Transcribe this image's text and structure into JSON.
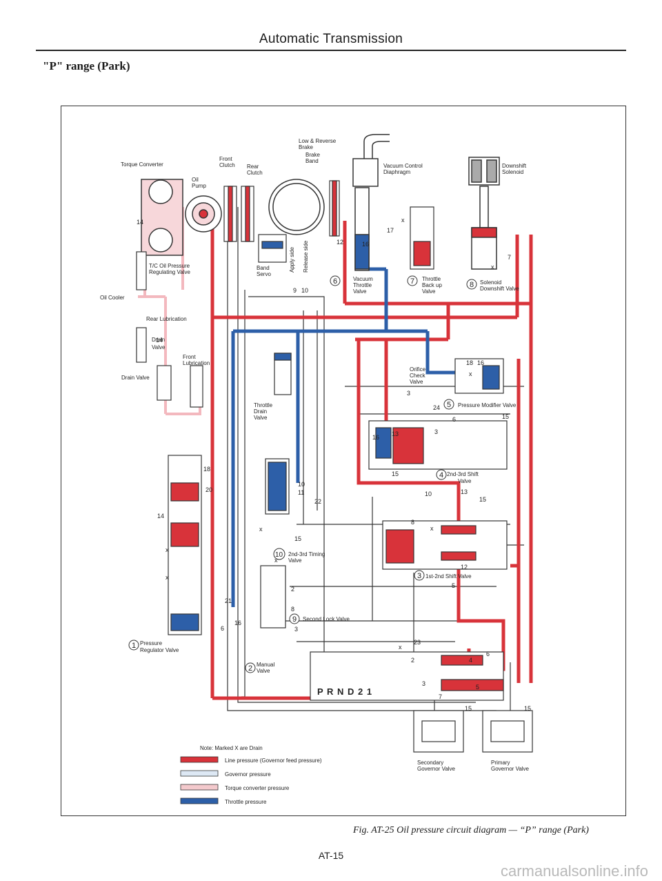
{
  "header": {
    "section_title": "Automatic Transmission",
    "range_title": "\"P\" range (Park)"
  },
  "colors": {
    "line_pressure": "#d8333a",
    "governor_pressure": "#dde8f4",
    "torque_converter_pressure": "#f3c9cc",
    "throttle_pressure": "#2d5fa8"
  },
  "labels": {
    "torque_converter": "Torque Converter",
    "oil_pump_1": "Oil",
    "oil_pump_2": "Pump",
    "front_clutch_1": "Front",
    "front_clutch_2": "Clutch",
    "rear_clutch_1": "Rear",
    "rear_clutch_2": "Clutch",
    "low_reverse_1": "Low & Reverse",
    "low_reverse_2": "Brake",
    "brake_band_1": "Brake",
    "brake_band_2": "Band",
    "vacuum_control_1": "Vacuum Control",
    "vacuum_control_2": "Diaphragm",
    "downshift_solenoid_1": "Downshift",
    "downshift_solenoid_2": "Solenoid",
    "tc_valve_1": "T/C Oil Pressure",
    "tc_valve_2": "Regulating Valve",
    "oil_cooler": "Oil Cooler",
    "rear_lubrication": "Rear Lubrication",
    "drain_valve_small_1": "Drain",
    "drain_valve_small_2": "Valve",
    "front_lubrication_1": "Front",
    "front_lubrication_2": "Lubrication",
    "drain_valve": "Drain Valve",
    "band_servo_1": "Band",
    "band_servo_2": "Servo",
    "apply_side": "Apply side",
    "release_side": "Release side",
    "vacuum_throttle_1": "Vacuum",
    "vacuum_throttle_2": "Throttle",
    "vacuum_throttle_3": "Valve",
    "throttle_back_up_1": "Throttle",
    "throttle_back_up_2": "Back up",
    "throttle_back_up_3": "Valve",
    "solenoid_downshift_1": "Solenoid",
    "solenoid_downshift_2": "Downshift Valve",
    "orifice_check_1": "Orifice",
    "orifice_check_2": "Check",
    "orifice_check_3": "Valve",
    "throttle_drain_1": "Throttle",
    "throttle_drain_2": "Drain",
    "throttle_drain_3": "Valve",
    "pressure_modifier": "Pressure Modifier Valve",
    "shift_23_1": "2nd-3rd Shift",
    "shift_23_2": "Valve",
    "timing_23_1": "2nd-3rd Timing",
    "timing_23_2": "Valve",
    "shift_12": "1st-2nd Shift Valve",
    "second_lock": "Second Lock Valve",
    "pressure_regulator_1": "Pressure",
    "pressure_regulator_2": "Regulator Valve",
    "manual_valve_1": "Manual",
    "manual_valve_2": "Valve",
    "prnd": "P R N D 2 1",
    "secondary_governor_1": "Secondary",
    "secondary_governor_2": "Governor Valve",
    "primary_governor_1": "Primary",
    "primary_governor_2": "Governor Valve"
  },
  "valve_numbers": {
    "n1": "1",
    "n2": "2",
    "n3": "3",
    "n4": "4",
    "n5": "5",
    "n6": "6",
    "n7": "7",
    "n8": "8",
    "n9": "9",
    "n10": "10"
  },
  "port_numbers": {
    "p14a": "14",
    "p14b": "14",
    "p14c": "14",
    "p12": "12",
    "p17": "17",
    "p16": "16",
    "p9": "9",
    "p10": "10",
    "p18a": "18",
    "p16b": "16",
    "p3a": "3",
    "p24": "24",
    "p15a": "15",
    "p6a": "6",
    "p3b": "3",
    "p16c": "16",
    "p13": "13",
    "p15b": "15",
    "p18b": "18",
    "p20": "20",
    "p10b": "10",
    "p11": "11",
    "p22": "22",
    "p10c": "10",
    "p15c": "15",
    "p15d": "15",
    "p13b": "13",
    "p8": "8",
    "p12b": "12",
    "p5": "5",
    "p2a": "2",
    "p8b": "8",
    "p21": "21",
    "p6b": "6",
    "p16d": "16",
    "p3c": "3",
    "p23": "23",
    "p2b": "2",
    "p4": "4",
    "p6c": "6",
    "p3d": "3",
    "p7": "7",
    "p5b": "5",
    "p15e": "15",
    "p15f": "15",
    "p7b": "7",
    "x": "x",
    "x2": "x",
    "x3": "x",
    "x4": "x",
    "x5": "x",
    "x6": "x",
    "x7": "x",
    "x8": "x",
    "x9": "x"
  },
  "legend": {
    "note": "Note:  Marked X are Drain",
    "items": [
      "Line pressure (Governor feed pressure)",
      "Governor pressure",
      "Torque converter pressure",
      "Throttle pressure"
    ]
  },
  "caption": "Fig. AT-25  Oil pressure circuit diagram — “P” range (Park)",
  "page_number": "AT-15",
  "watermark": "carmanualsonline.info"
}
